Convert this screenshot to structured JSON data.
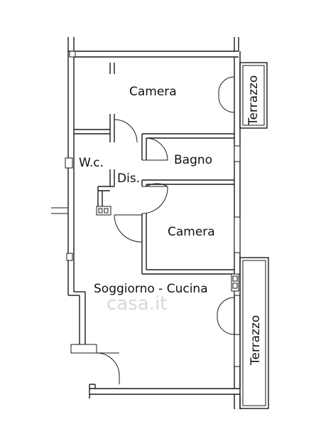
{
  "floorplan": {
    "rooms": {
      "camera_top": "Camera",
      "bagno": "Bagno",
      "wc": "W.c.",
      "dis": "Dis.",
      "camera_mid": "Camera",
      "soggiorno": "Soggiorno - Cucina"
    },
    "balconies": {
      "terrazzo_top": "Terrazzo",
      "terrazzo_bottom": "Terrazzo"
    },
    "watermark": "casa.it"
  }
}
